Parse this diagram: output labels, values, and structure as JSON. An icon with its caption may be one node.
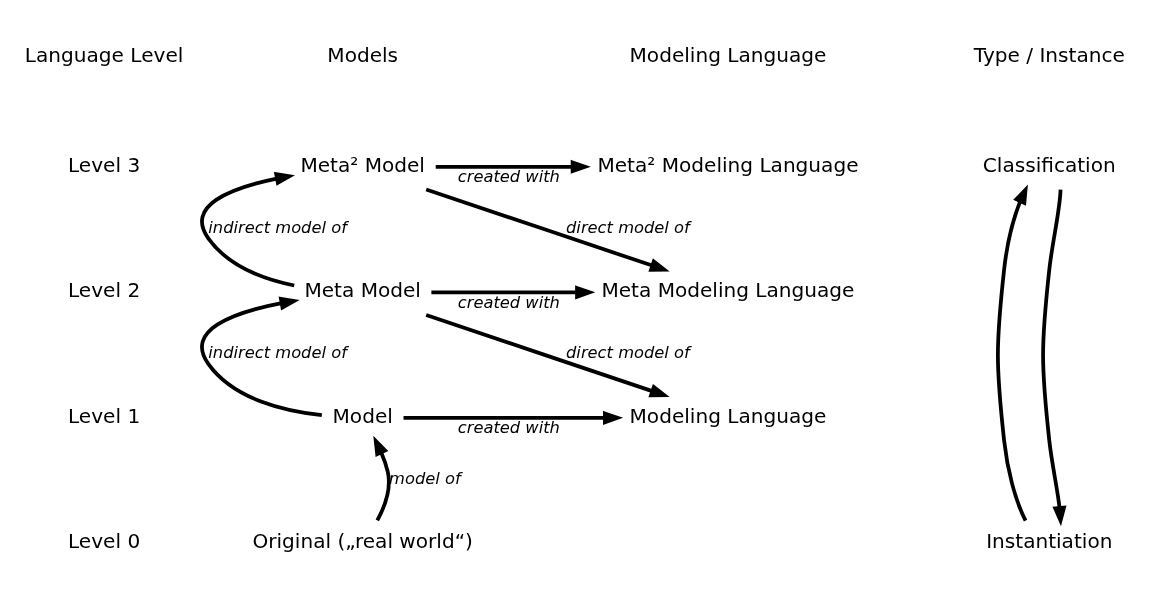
{
  "diagram": {
    "nodes": [
      {
        "text": [
          "Meta² Model"
        ]
      },
      {
        "text": [
          "Meta Model"
        ]
      },
      {
        "text": [
          "Model"
        ]
      },
      {
        "text": [
          "Original („real world“)"
        ]
      },
      {
        "text": [
          "Meta² Modeling Language"
        ]
      },
      {
        "text": [
          "Meta Modeling Language"
        ]
      },
      {
        "text": [
          "Modeling Language"
        ]
      },
      {
        "text": [
          "Classification"
        ]
      },
      {
        "text": [
          "Instantiation"
        ]
      }
    ],
    "edges": [
      {
        "from": 0,
        "to": 4,
        "arrow": "to",
        "label": "created with"
      },
      {
        "from": 0,
        "to": 5,
        "arrow": "to",
        "label": "direct model of"
      },
      {
        "from": 1,
        "to": 0,
        "arrow": "to",
        "label": "indirect model of"
      },
      {
        "from": 1,
        "to": 5,
        "arrow": "to",
        "label": "created with"
      },
      {
        "from": 1,
        "to": 6,
        "arrow": "to",
        "label": "direct model of"
      },
      {
        "from": 2,
        "to": 1,
        "arrow": "to",
        "label": "indirect model of"
      },
      {
        "from": 2,
        "to": 6,
        "arrow": "to",
        "label": "created with"
      },
      {
        "from": 3,
        "to": 2,
        "arrow": "to",
        "label": "model of"
      },
      {
        "from": 8,
        "to": 7,
        "arrow": "to"
      },
      {
        "from": 7,
        "to": 8,
        "arrow": "to"
      }
    ],
    "labels": [
      "Language Level",
      "Models",
      "Modeling Language",
      "Type / Instance",
      "Level 3",
      "Level 2",
      "Level 1",
      "Level 0"
    ]
  }
}
